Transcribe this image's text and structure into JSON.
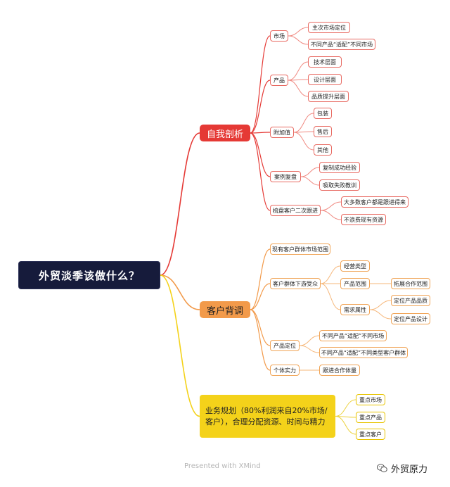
{
  "root": {
    "label": "外贸淡季该做什么？"
  },
  "branch_self": {
    "label": "自我剖析",
    "market": {
      "label": "市场",
      "c1": "主次市场定位",
      "c2": "不同产品“适配”不同市场"
    },
    "product": {
      "label": "产品",
      "c1": "技术层面",
      "c2": "设计层面",
      "c3": "品质提升层面"
    },
    "value_add": {
      "label": "附加值",
      "c1": "包装",
      "c2": "售后",
      "c3": "其他"
    },
    "case_review": {
      "label": "案例复盘",
      "c1": "复制成功经验",
      "c2": "吸取失败教训"
    },
    "customer_follow": {
      "label": "梳盘客户二次跟进",
      "c1": "大多数客户都是跟进得来",
      "c2": "不浪费现有资源"
    }
  },
  "branch_customer": {
    "label": "客户背调",
    "scope": {
      "label": "现有客户群体市场范围"
    },
    "downstream": {
      "label": "客户群体下游受众",
      "business_type": "经营类型",
      "product_range": {
        "label": "产品范围",
        "c1": "拓展合作范围"
      },
      "demand": {
        "label": "需求属性",
        "c1": "定位产品品质",
        "c2": "定位产品设计"
      }
    },
    "positioning": {
      "label": "产品定位",
      "c1": "不同产品“适配”不同市场",
      "c2": "不同产品“适配”不同类型客户群体"
    },
    "strength": {
      "label": "个体实力",
      "c1": "跟进合作体量"
    }
  },
  "branch_plan": {
    "label": "业务规划（80%利润来自20%市场/客户），合理分配资源、时间与精力",
    "c1": "重点市场",
    "c2": "重点产品",
    "c3": "重点客户"
  },
  "footer": {
    "text": "Presented with XMind"
  },
  "brand": {
    "text": "外贸原力"
  },
  "colors": {
    "red": "#e53935",
    "orange": "#f29a4a",
    "yellow": "#f4d21a",
    "root": "#161b3b"
  }
}
